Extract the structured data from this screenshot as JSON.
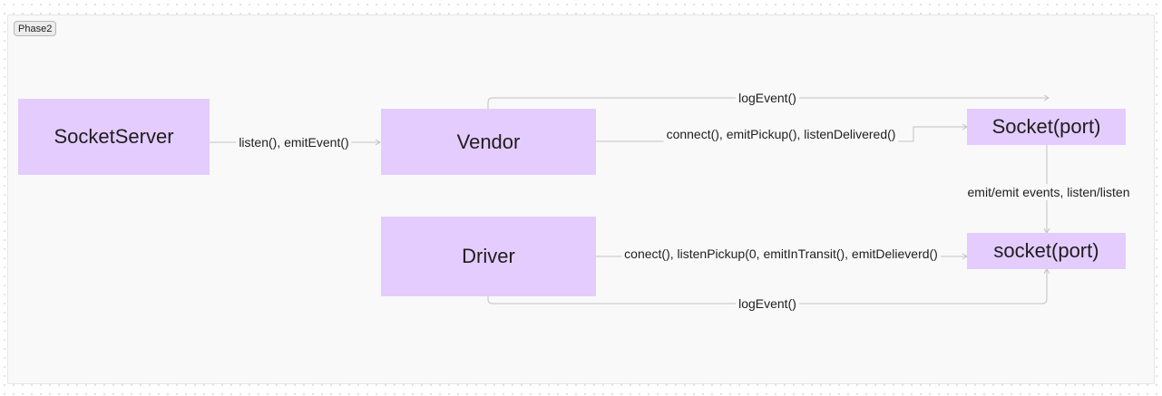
{
  "frame": {
    "label": "Phase2"
  },
  "nodes": {
    "socket_server": "SocketServer",
    "vendor": "Vendor",
    "driver": "Driver",
    "socket_port_upper": "Socket(port)",
    "socket_port_lower": "socket(port)"
  },
  "edges": {
    "server_to_vendor": "listen(), emitEvent()",
    "vendor_log_event": "logEvent()",
    "vendor_to_socket": "connect(), emitPickup(), listenDelivered()",
    "socket_to_socket": "emit/emit events, listen/listen",
    "driver_to_socket": "conect(), listenPickup(0, emitInTransit(), emitDelieverd()",
    "driver_log_event": "logEvent()"
  },
  "colors": {
    "node_fill": "#e4ccff",
    "connector": "#c2c2c2",
    "frame_fill": "#f9f9f9",
    "text": "#1e1e1e"
  }
}
